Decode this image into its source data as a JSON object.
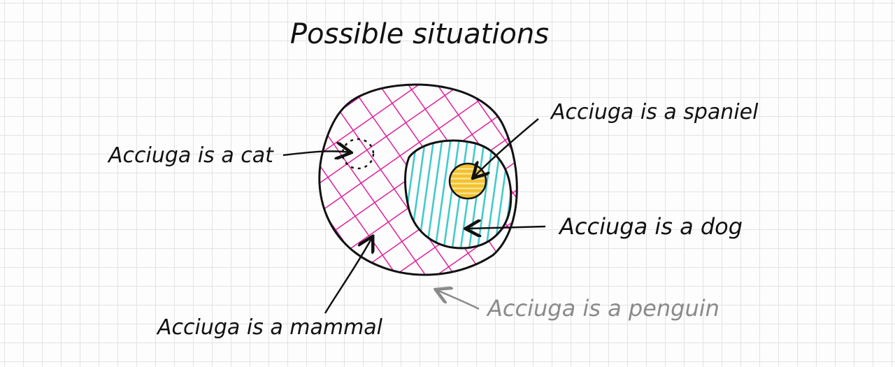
{
  "title": "Possible situations",
  "labels": {
    "cat": "Acciuga is a cat",
    "spaniel": "Acciuga is a spaniel",
    "dog": "Acciuga is a dog",
    "mammal": "Acciuga is a mammal",
    "penguin": "Acciuga is a penguin"
  },
  "colors": {
    "ink": "#111111",
    "mammal_hatch": "#e0209c",
    "dog_fill": "#3cc8c8",
    "spaniel_fill": "#f2c230",
    "penguin_ink": "#8a8a8a",
    "grid": "#e3e3e3"
  }
}
